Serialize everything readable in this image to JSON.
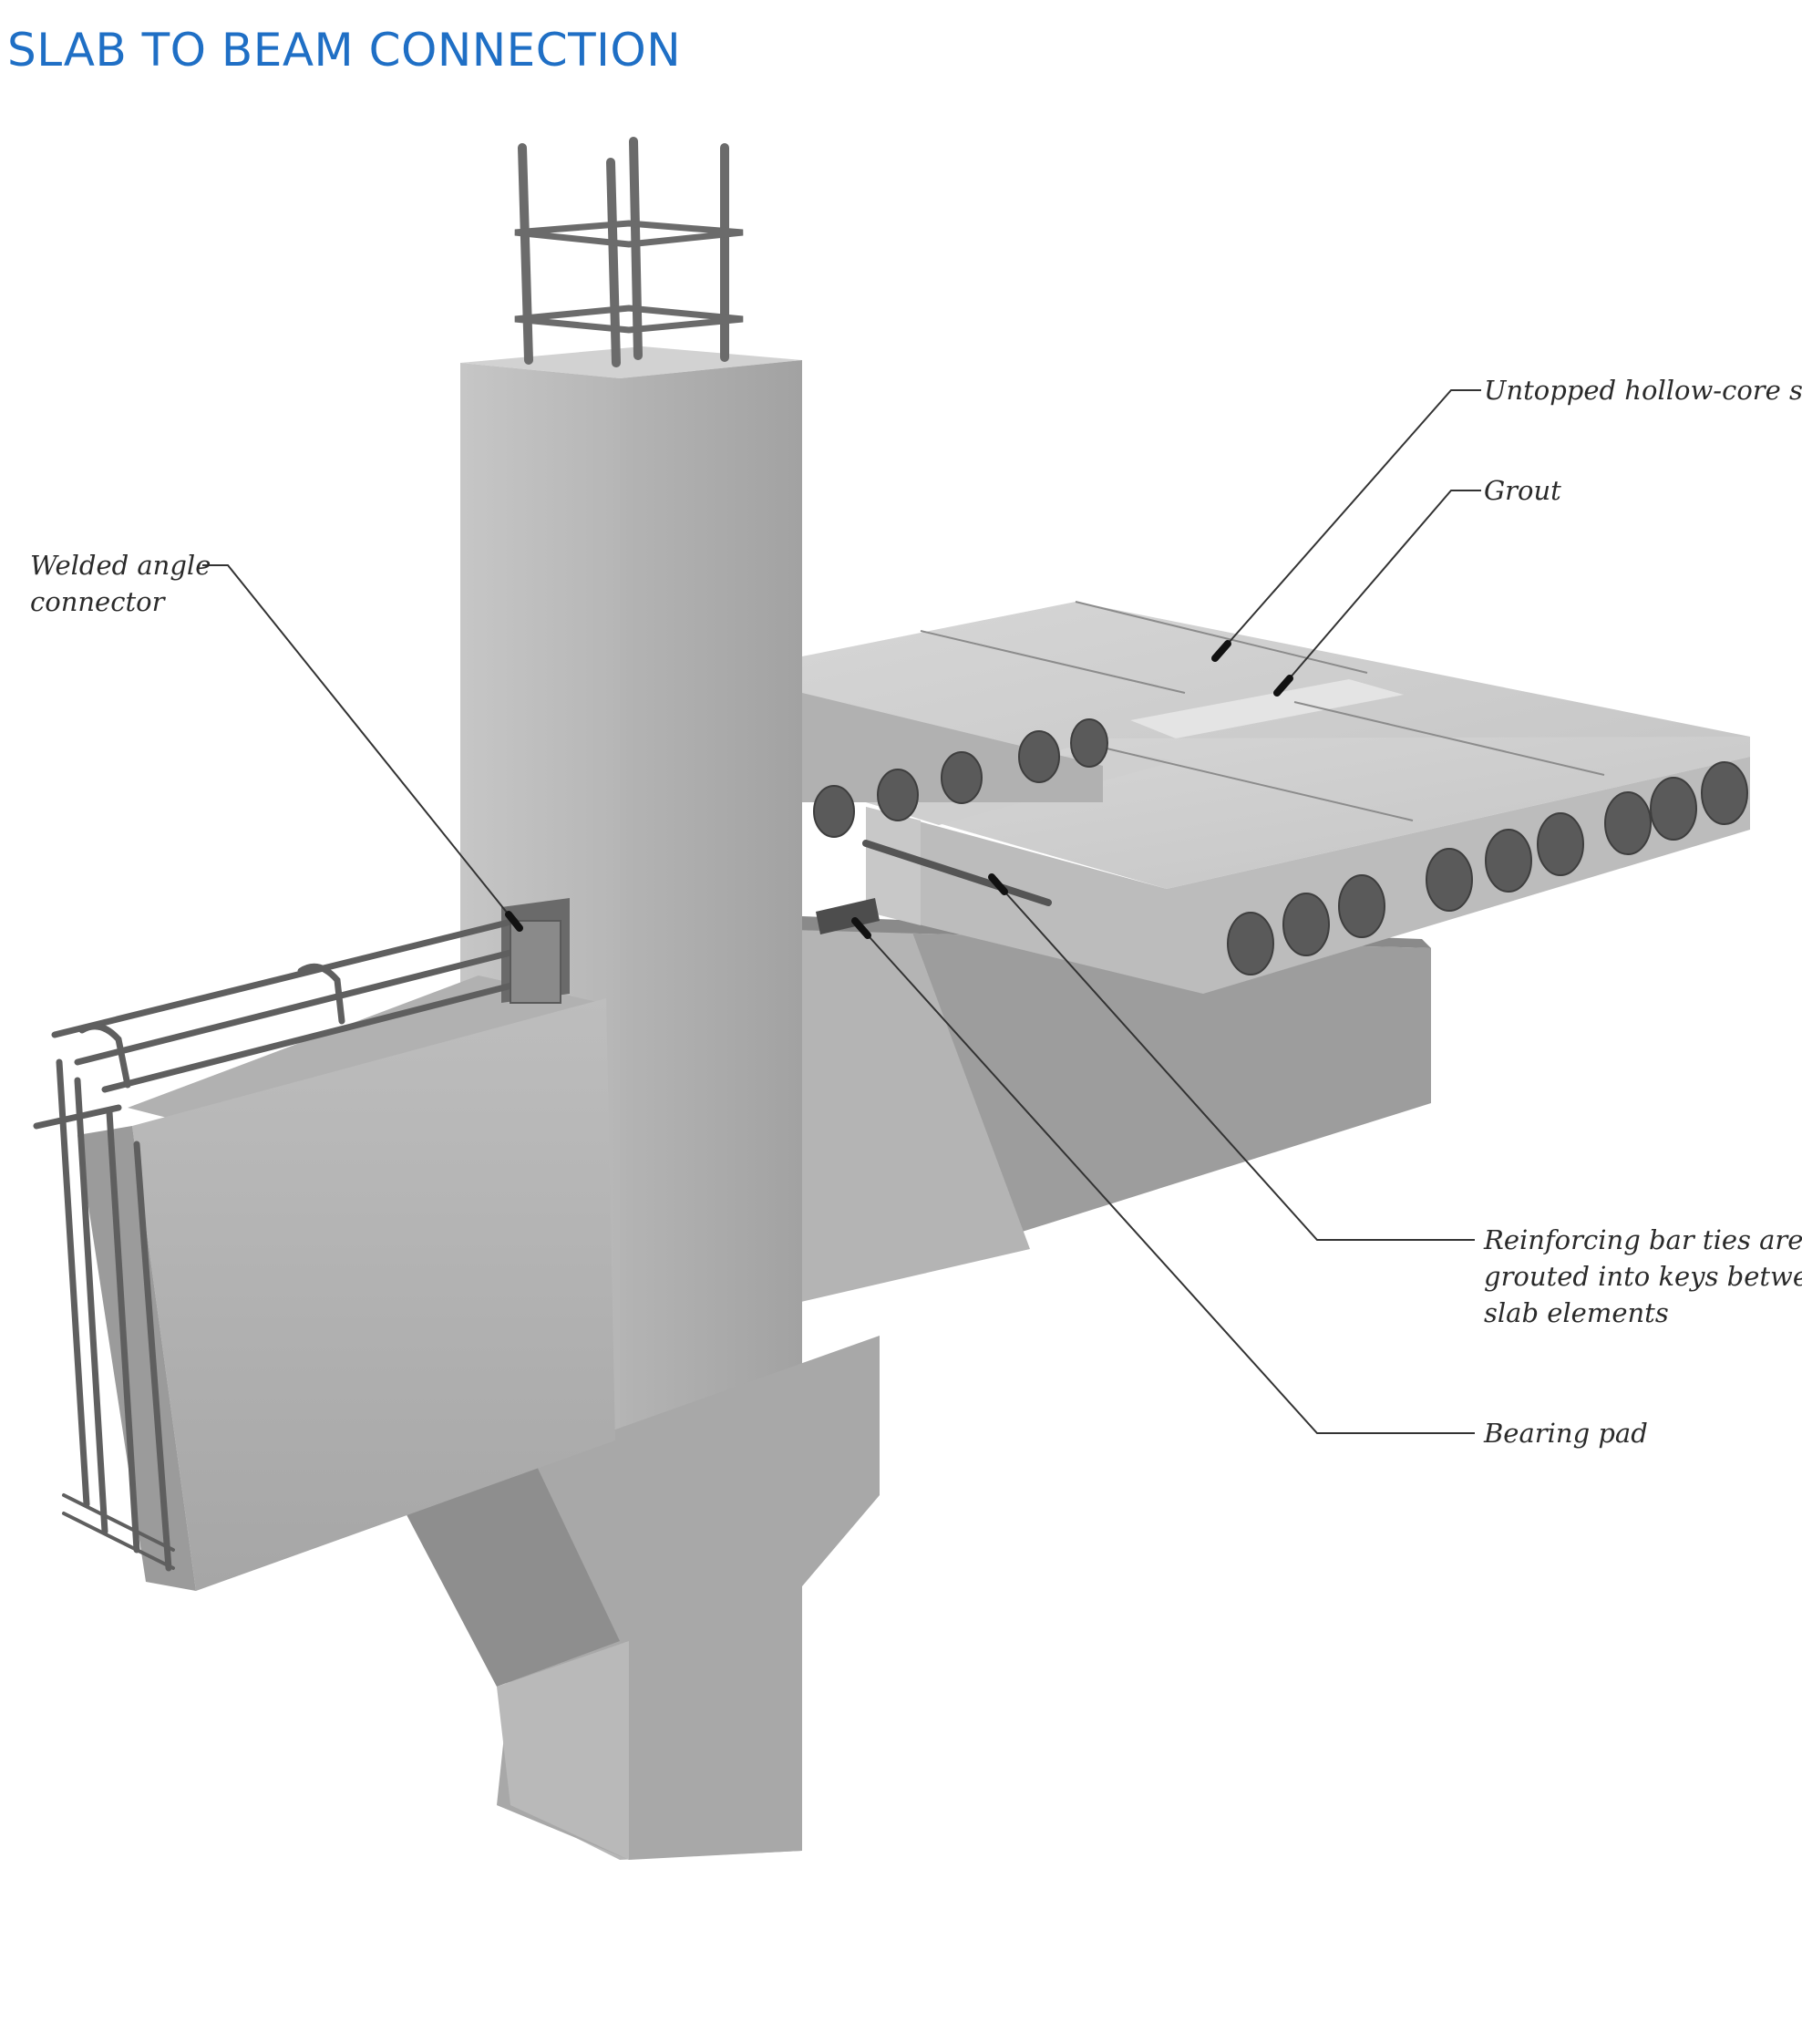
{
  "title": "SLAB TO BEAM CONNECTION",
  "callouts": {
    "untopped_slab": "Untopped hollow-core slab",
    "grout": "Grout",
    "welded_angle": [
      "Welded angle",
      "connector"
    ],
    "reinforcing_ties": [
      "Reinforcing bar ties are",
      "grouted into keys between",
      "slab elements"
    ],
    "bearing_pad": "Bearing pad"
  },
  "colors": {
    "title": "#1f6fc5",
    "concrete_light": "#c9c9c9",
    "concrete_mid": "#a9a9a9",
    "concrete_dark": "#7e7e7e",
    "leader_line": "#333333"
  }
}
